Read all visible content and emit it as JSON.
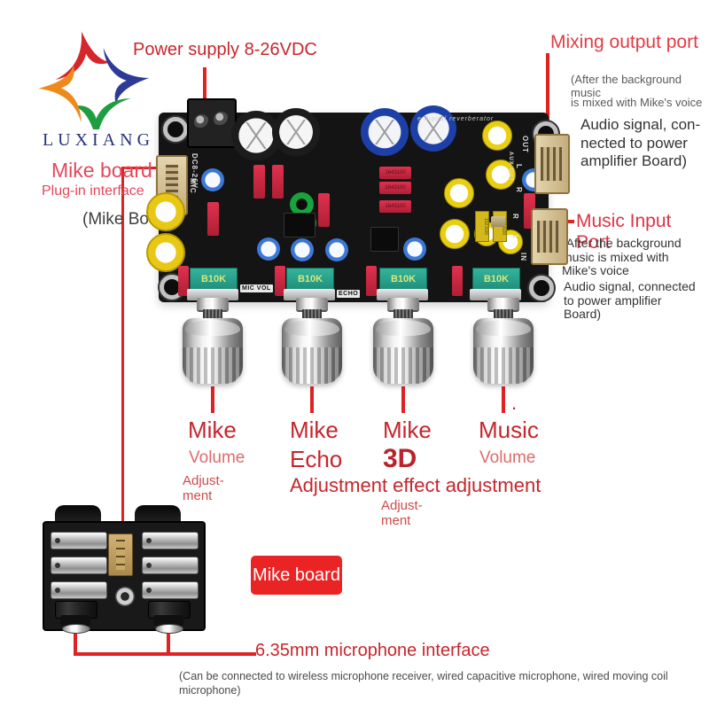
{
  "logo": {
    "brand": "LUXIANG"
  },
  "annotations": {
    "power": {
      "label": "Power supply 8-26VDC"
    },
    "mixing": {
      "title": "Mixing output port",
      "note1": "(After the background music",
      "note2": "is mixed with Mike's voice",
      "body": "Audio signal, con-\nnected to power\namplifier Board)"
    },
    "music": {
      "title": "Music Input Port",
      "note": "(After the background\nmusic is mixed with\n Mike's voice",
      "body": "Audio signal, connected\n to power amplifier\n Board)"
    },
    "mike_plug": {
      "title": "Mike board",
      "subtitle": "Plug-in interface",
      "paren": "(Mike Board)"
    },
    "knobs": [
      {
        "title": "Mike",
        "subtitle": "Volume",
        "note": "Adjust-\nment"
      },
      {
        "title": "Mike",
        "subtitle": "Echo"
      },
      {
        "title": "Mike",
        "subtitle": "3D",
        "note": "Adjust-\nment"
      },
      {
        "title": "Music",
        "subtitle": "Volume"
      }
    ],
    "knob_footer": "Adjustment effect adjustment",
    "knob_dot": ".",
    "button_label": "Mike board",
    "mic_interface": {
      "title": "6.35mm microphone interface",
      "caption": "(Can be connected to wireless microphone receiver, wired capacitive microphone, wired moving coil microphone)"
    }
  },
  "board": {
    "silkscreen": {
      "dc": "DC8-26V",
      "mic": "MIC",
      "out": "OUT",
      "in": "IN",
      "mic_vol": "MIC VOL",
      "echo": "ECHO",
      "aux": "AUX OUT",
      "out_l": "L",
      "out_r": "R",
      "in_r": "R",
      "in_l": "L",
      "top_note": "e digital reverberator"
    },
    "pots": [
      "B10K",
      "B10K",
      "B10K",
      "B10K"
    ],
    "resistor_text": "1643100",
    "film_text": "102J100"
  },
  "colors": {
    "headline_red": "#c9252c",
    "rounded_red": "#e4485a",
    "line_red": "#e02222",
    "button_red": "#ea2424",
    "body_dark": "#333333",
    "body_gray": "#5a5a5a",
    "logo_navy": "#27337e",
    "logo_red": "#d6252b",
    "logo_orange": "#ee8a1c",
    "logo_green": "#1f9e41",
    "pcb_black": "#141414",
    "pot_teal": "#2fa08c",
    "connector_beige": "#d9c9a0"
  }
}
